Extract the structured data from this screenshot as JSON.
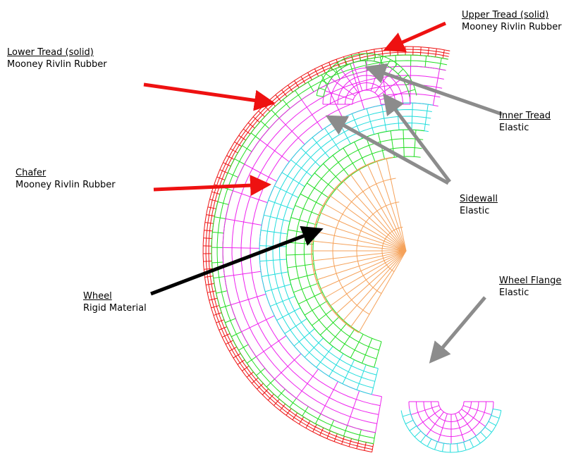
{
  "colors": {
    "lower_tread": "#ee1111",
    "green_band": "#22dd22",
    "magenta_band": "#ee22ee",
    "cyan_band": "#22dddd",
    "wheel": "#f5a25a",
    "arrow_red": "#ee1111",
    "arrow_gray": "#8c8c8c",
    "arrow_black": "#000000"
  },
  "labels": {
    "upper_tread": {
      "name": "Upper Tread (solid)",
      "material": "Mooney Rivlin Rubber"
    },
    "lower_tread": {
      "name": "Lower Tread (solid)",
      "material": "Mooney Rivlin Rubber"
    },
    "inner_tread": {
      "name": "Inner Tread",
      "material": "Elastic"
    },
    "chafer": {
      "name": "Chafer",
      "material": "Mooney Rivlin Rubber"
    },
    "sidewall": {
      "name": "Sidewall",
      "material": "Elastic"
    },
    "wheel": {
      "name": "Wheel",
      "material": "Rigid Material"
    },
    "wheel_flange": {
      "name": "Wheel Flange",
      "material": "Elastic"
    }
  }
}
